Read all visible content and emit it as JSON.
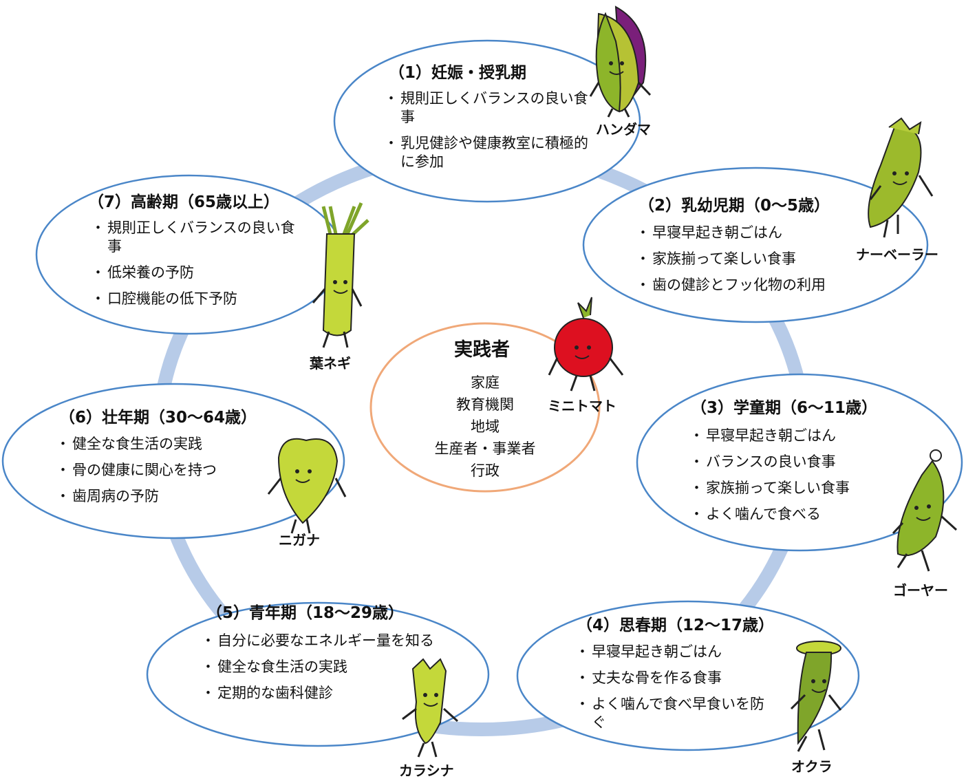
{
  "center": {
    "title": "実践者",
    "items": [
      "家庭",
      "教育機関",
      "地域",
      "生産者・事業者",
      "行政"
    ]
  },
  "stages": [
    {
      "id": "1",
      "title": "（1）妊娠・授乳期",
      "bullets": [
        "規則正しくバランスの良い食事",
        "乳児健診や健康教室に積極的に参加"
      ],
      "character": "ハンダマ"
    },
    {
      "id": "2",
      "title": "（2）乳幼児期（0～5歳）",
      "bullets": [
        "早寝早起き朝ごはん",
        "家族揃って楽しい食事",
        "歯の健診とフッ化物の利用"
      ],
      "character": "ナーベーラー"
    },
    {
      "id": "3",
      "title": "（3）学童期（6～11歳）",
      "bullets": [
        "早寝早起き朝ごはん",
        "バランスの良い食事",
        "家族揃って楽しい食事",
        "よく噛んで食べる"
      ],
      "character": "ゴーヤー"
    },
    {
      "id": "4",
      "title": "（4）思春期（12～17歳）",
      "bullets": [
        "早寝早起き朝ごはん",
        "丈夫な骨を作る食事",
        "よく噛んで食べ早食いを防ぐ"
      ],
      "character": "オクラ"
    },
    {
      "id": "5",
      "title": "（5）青年期（18～29歳）",
      "bullets": [
        "自分に必要なエネルギー量を知る",
        "健全な食生活の実践",
        "定期的な歯科健診"
      ],
      "character": "カラシナ"
    },
    {
      "id": "6",
      "title": "（6）壮年期（30～64歳）",
      "bullets": [
        "健全な食生活の実践",
        "骨の健康に関心を持つ",
        "歯周病の予防"
      ],
      "character": "ニガナ"
    },
    {
      "id": "7",
      "title": "（7）高齢期（65歳以上）",
      "bullets": [
        "規則正しくバランスの良い食事",
        "低栄養の予防",
        "口腔機能の低下予防"
      ],
      "character": "葉ネギ"
    }
  ],
  "center_character": "ミニトマト",
  "colors": {
    "ring": "#b7cbe8",
    "ellipse_stroke": "#4a86c8",
    "center_stroke": "#f0a878",
    "veg_green": "#8db52a",
    "veg_light": "#c4d83a",
    "tomato": "#dd1020",
    "handama_purple": "#7a1f7a"
  }
}
